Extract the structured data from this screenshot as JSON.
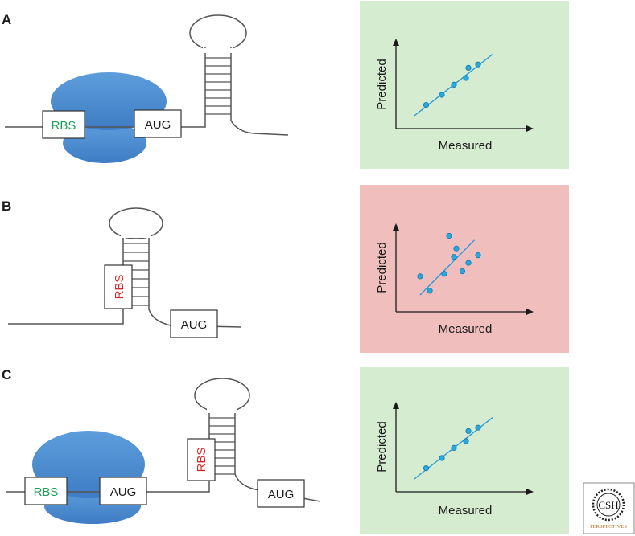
{
  "panels": [
    {
      "letter": "A",
      "rbs_label": "RBS",
      "aug_label": "AUG",
      "rbs_color": "#1e9e5a",
      "ribosome_bound": true,
      "outcome": "good",
      "bg": "#d6ecd0",
      "plot": {
        "xlabel": "Measured",
        "ylabel": "Predicted"
      },
      "chart_data": {
        "type": "scatter",
        "xlabel": "Measured",
        "ylabel": "Predicted",
        "points": [
          [
            0.25,
            0.28
          ],
          [
            0.38,
            0.4
          ],
          [
            0.48,
            0.52
          ],
          [
            0.58,
            0.6
          ],
          [
            0.6,
            0.72
          ],
          [
            0.68,
            0.76
          ]
        ],
        "fit": [
          [
            0.15,
            0.15
          ],
          [
            0.8,
            0.88
          ]
        ]
      }
    },
    {
      "letter": "B",
      "rbs_label": "RBS",
      "aug_label": "AUG",
      "rbs_color": "#d62a2a",
      "ribosome_bound": false,
      "outcome": "poor",
      "bg": "#f0bfbd",
      "plot": {
        "xlabel": "Measured",
        "ylabel": "Predicted"
      },
      "chart_data": {
        "type": "scatter",
        "xlabel": "Measured",
        "ylabel": "Predicted",
        "points": [
          [
            0.2,
            0.42
          ],
          [
            0.28,
            0.25
          ],
          [
            0.4,
            0.45
          ],
          [
            0.48,
            0.65
          ],
          [
            0.5,
            0.75
          ],
          [
            0.6,
            0.58
          ],
          [
            0.55,
            0.48
          ],
          [
            0.68,
            0.67
          ],
          [
            0.44,
            0.9
          ]
        ],
        "fit": [
          [
            0.2,
            0.2
          ],
          [
            0.65,
            0.85
          ]
        ]
      }
    },
    {
      "letter": "C",
      "rbs_label": "RBS",
      "aug_label": "AUG",
      "rbs2_label": "RBS",
      "aug2_label": "AUG",
      "rbs_color": "#1e9e5a",
      "rbs2_color": "#d62a2a",
      "ribosome_bound": true,
      "outcome": "good",
      "bg": "#d6ecd0",
      "plot": {
        "xlabel": "Measured",
        "ylabel": "Predicted"
      },
      "chart_data": {
        "type": "scatter",
        "xlabel": "Measured",
        "ylabel": "Predicted",
        "points": [
          [
            0.25,
            0.28
          ],
          [
            0.38,
            0.4
          ],
          [
            0.48,
            0.52
          ],
          [
            0.58,
            0.6
          ],
          [
            0.6,
            0.72
          ],
          [
            0.68,
            0.76
          ]
        ],
        "fit": [
          [
            0.15,
            0.15
          ],
          [
            0.8,
            0.88
          ]
        ]
      }
    }
  ],
  "colors": {
    "ribosome": "#4f8fd3",
    "ribosome_dark": "#3b73b5",
    "mrna": "#555555",
    "point": "#29a8e0",
    "point_edge": "#1479b0",
    "fit_line": "#2f9ad6"
  },
  "logo": {
    "line1": "CSH",
    "line2": "PERSPECTIVES",
    "color": "#b5701e"
  }
}
